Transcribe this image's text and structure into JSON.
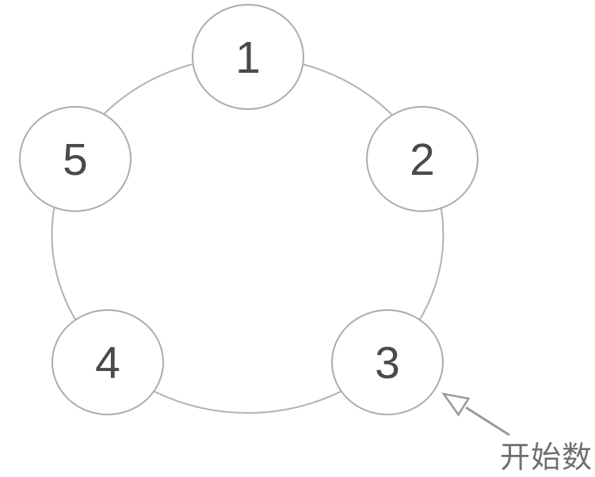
{
  "diagram": {
    "type": "circular-arrangement",
    "node_count": 5
  },
  "nodes": [
    {
      "label": "1"
    },
    {
      "label": "2"
    },
    {
      "label": "3"
    },
    {
      "label": "4"
    },
    {
      "label": "5"
    }
  ],
  "annotation": {
    "label": "开始数",
    "points_to_node": "3"
  },
  "colors": {
    "background": "#ffffff",
    "ring_stroke": "#b2b2b2",
    "node_stroke": "#acacac",
    "node_fill": "#ffffff",
    "digit": "#4a4a4a",
    "arrow": "#9a9a9a",
    "annotation_text": "#6f6f6f"
  }
}
